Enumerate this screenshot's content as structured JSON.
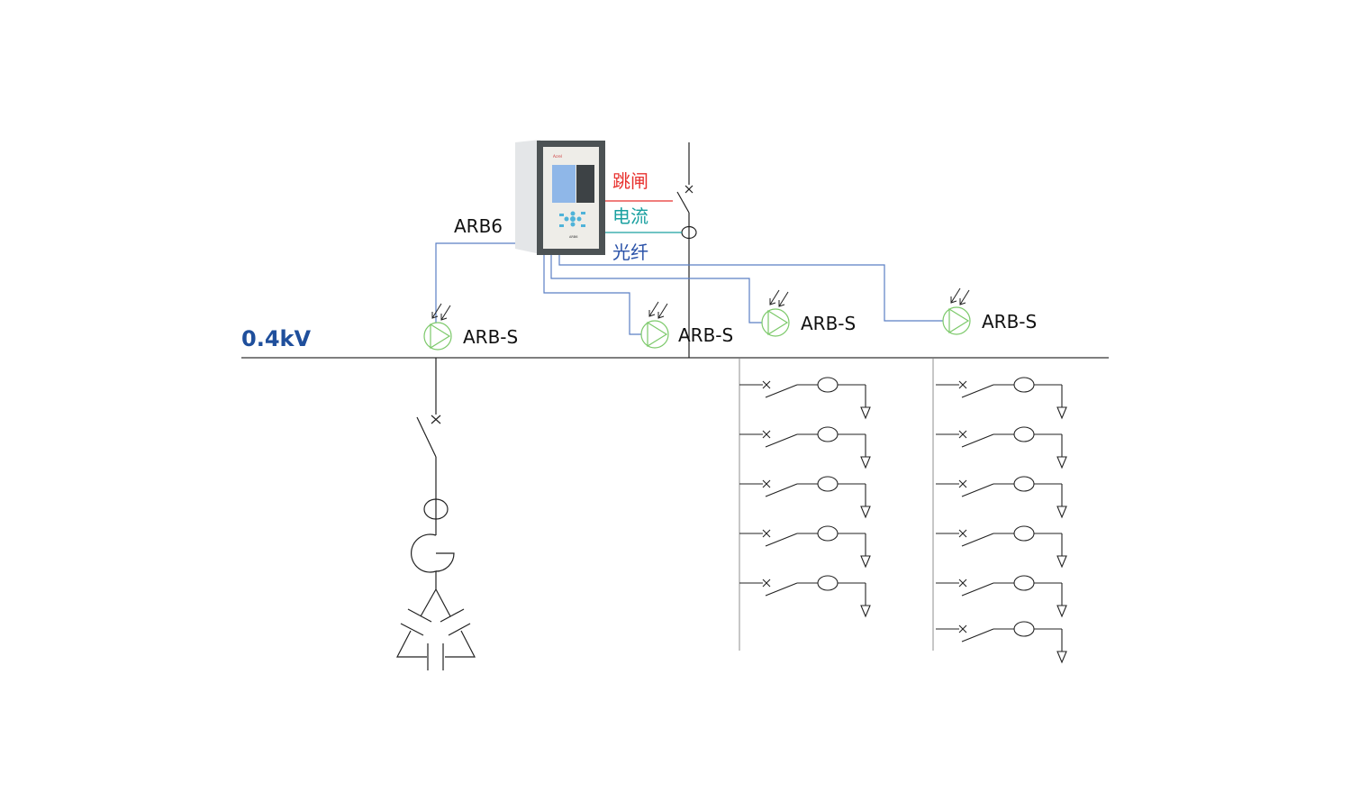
{
  "bus_label": "0.4kV",
  "device": {
    "name": "ARB6",
    "brand": "Acrel",
    "model": "ARB6"
  },
  "signals": {
    "trip": "跳闸",
    "current": "电流",
    "fiber": "光纤"
  },
  "sensor_label": "ARB-S",
  "feeder_groups": [
    {
      "count": 5
    },
    {
      "count": 6
    }
  ],
  "colors": {
    "trip": "#e8322f",
    "current": "#1aa0a0",
    "fiber": "#2a52a8",
    "fiber_line": "#5b7fc4",
    "sensor": "#7cc96a",
    "bus_label": "#1f4f9c",
    "line": "#222222"
  }
}
